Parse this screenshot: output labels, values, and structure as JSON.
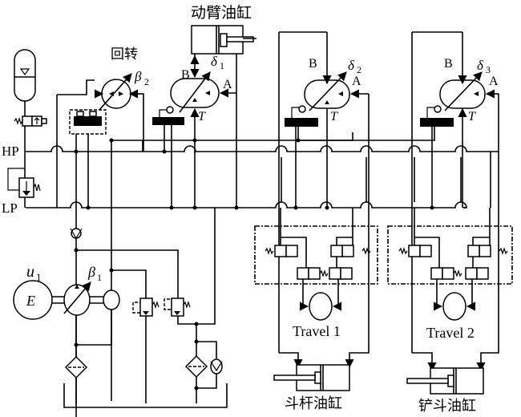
{
  "title": "Hydraulic system schematic (excavator)",
  "labels": {
    "boom_cylinder": "动臂油缸",
    "swing": "回转",
    "arm_cylinder": "斗杆油缸",
    "bucket_cylinder": "铲斗油缸",
    "travel1": "Travel 1",
    "travel2": "Travel 2",
    "hp": "HP",
    "lp": "LP",
    "engine": "E",
    "u1": "u",
    "u1_sub": "1",
    "beta1": "β",
    "beta1_sub": "1",
    "beta2": "β",
    "beta2_sub": "2",
    "delta1": "δ",
    "delta1_sub": "1",
    "delta2": "δ",
    "delta2_sub": "2",
    "delta3": "δ",
    "delta3_sub": "3",
    "port_a": "A",
    "port_b": "B",
    "port_t": "T"
  },
  "components": [
    "accumulator",
    "accumulator-valve",
    "hp-line",
    "lp-line",
    "relief-valve-hp-lp",
    "swing-motor",
    "boom-pump-motor",
    "arm-pump-motor",
    "bucket-pump-motor",
    "boom-cylinder",
    "arm-cylinder",
    "bucket-cylinder",
    "travel1-valve-block",
    "travel2-valve-block",
    "travel1-motor",
    "travel2-motor",
    "engine",
    "main-pump",
    "charge-pump",
    "check-valve",
    "relief-valve-1",
    "relief-valve-2",
    "filter-1",
    "filter-2",
    "bypass-check",
    "tank"
  ]
}
